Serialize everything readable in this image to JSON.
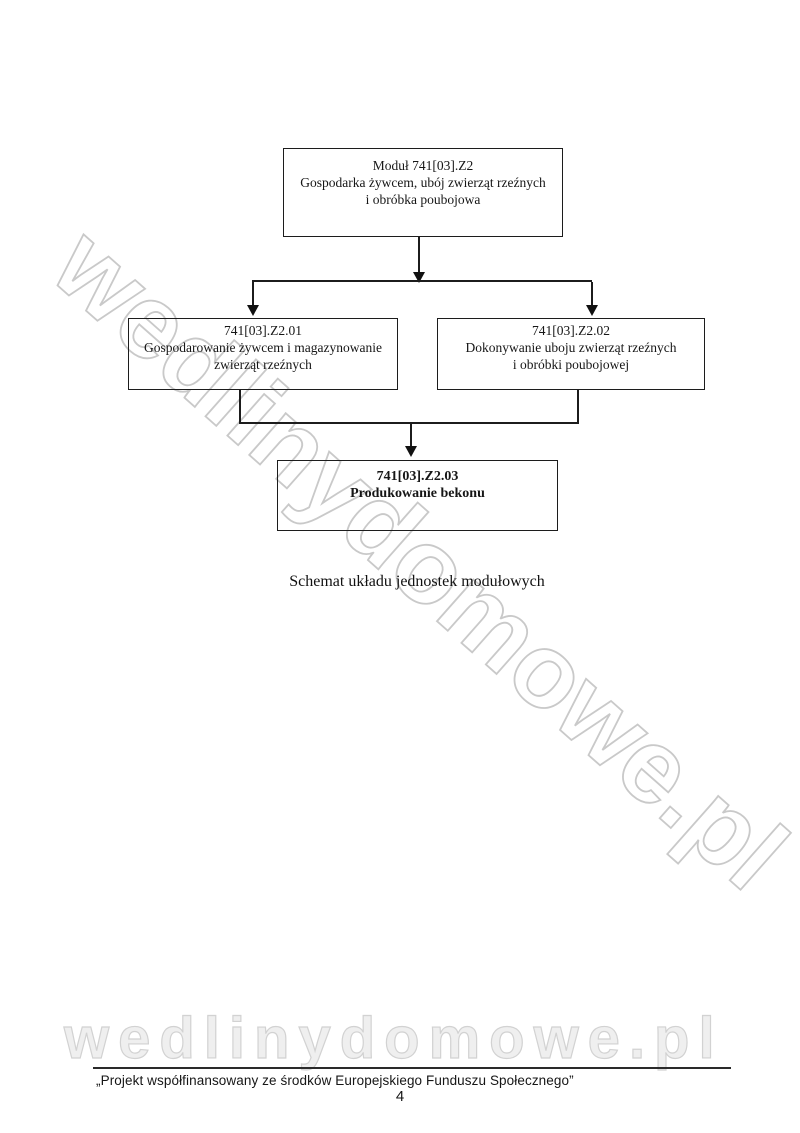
{
  "watermark": {
    "diagonal_text": "wedlinydomowe.pl",
    "bottom_text": "wedlinydomowe.pl",
    "outline_color": "#c9c9c9"
  },
  "diagram": {
    "top_box": {
      "line1": "Moduł 741[03].Z2",
      "line2": "Gospodarka żywcem, ubój zwierząt rzeźnych",
      "line3": "i obróbka poubojowa"
    },
    "left_box": {
      "line1": "741[03].Z2.01",
      "line2": "Gospodarowanie żywcem i magazynowanie",
      "line3": "zwierząt rzeźnych"
    },
    "right_box": {
      "line1": "741[03].Z2.02",
      "line2": "Dokonywanie uboju zwierząt rzeźnych",
      "line3": "i obróbki poubojowej"
    },
    "bottom_box": {
      "line1": "741[03].Z2.03",
      "line2": "Produkowanie bekonu"
    },
    "caption": "Schemat układu jednostek modułowych",
    "line_color": "#1c1c1c"
  },
  "footer": {
    "text": "„Projekt współfinansowany ze środków Europejskiego Funduszu Społecznego”",
    "page_number": "4"
  }
}
